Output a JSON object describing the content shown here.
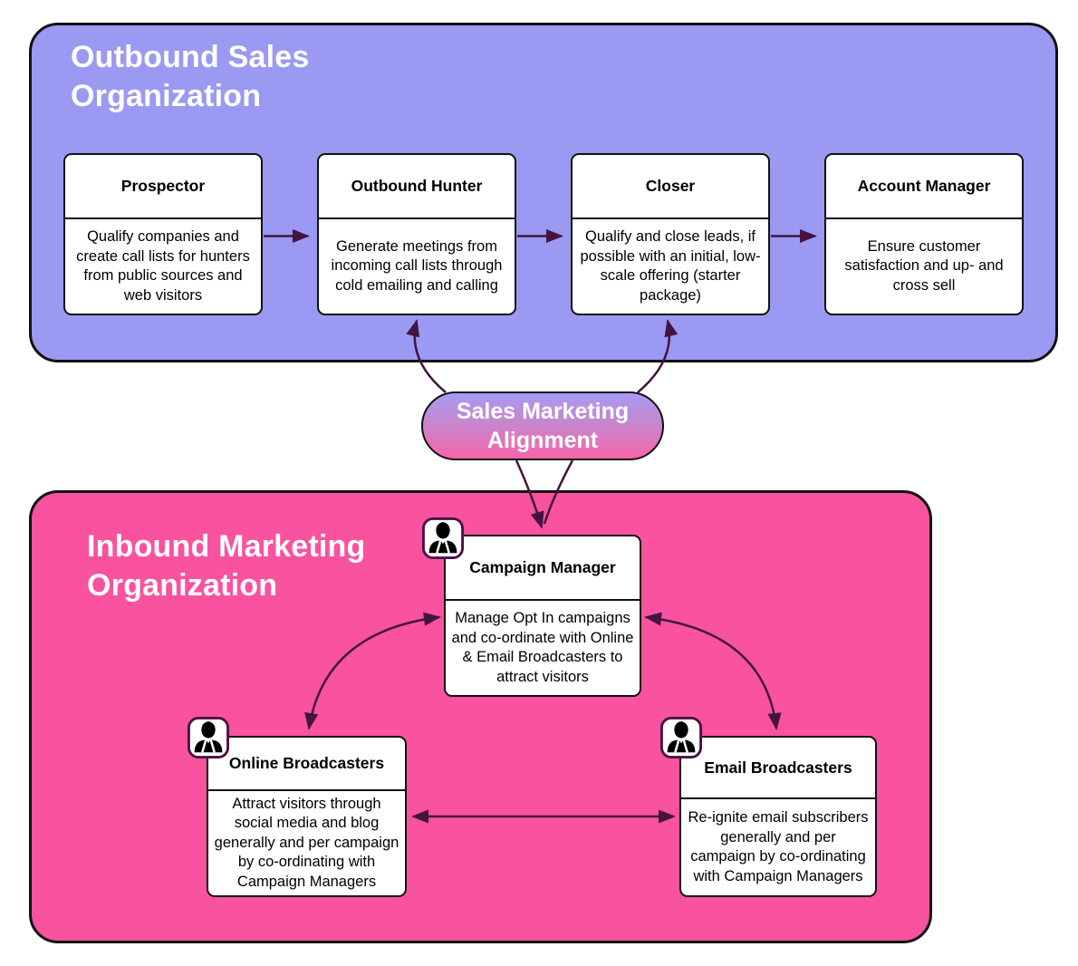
{
  "outbound": {
    "title": "Outbound Sales Organization",
    "roles": [
      {
        "title": "Prospector",
        "description": "Qualify companies and create call lists for hunters from public sources and web visitors"
      },
      {
        "title": "Outbound Hunter",
        "description": "Generate meetings from incoming call lists through cold emailing and calling"
      },
      {
        "title": "Closer",
        "description": "Qualify and close leads, if possible with an initial, low-scale offering (starter package)"
      },
      {
        "title": "Account Manager",
        "description": "Ensure customer satisfaction and up- and cross sell"
      }
    ]
  },
  "alignment": {
    "label": "Sales Marketing Alignment"
  },
  "inbound": {
    "title": "Inbound Marketing Organization",
    "roles": [
      {
        "title": "Campaign Manager",
        "icon": "person-icon",
        "description": "Manage Opt In campaigns and co-ordinate with Online & Email Broadcasters to attract visitors"
      },
      {
        "title": "Online Broadcasters",
        "icon": "person-icon",
        "description": "Attract visitors through social media and blog generally and per campaign by co-ordinating with Campaign Managers"
      },
      {
        "title": "Email Broadcasters",
        "icon": "person-icon",
        "description": "Re-ignite email subscribers generally and per campaign by co-ordinating with Campaign Managers"
      }
    ]
  },
  "connections": [
    {
      "from": "Prospector",
      "to": "Outbound Hunter",
      "type": "arrow"
    },
    {
      "from": "Outbound Hunter",
      "to": "Closer",
      "type": "arrow"
    },
    {
      "from": "Closer",
      "to": "Account Manager",
      "type": "arrow"
    },
    {
      "from": "Sales Marketing Alignment",
      "to": "Outbound Hunter",
      "type": "arrow"
    },
    {
      "from": "Sales Marketing Alignment",
      "to": "Closer",
      "type": "arrow"
    },
    {
      "from": "Sales Marketing Alignment",
      "to": "Campaign Manager",
      "type": "arrow"
    },
    {
      "from": "Campaign Manager",
      "to": "Online Broadcasters",
      "type": "double-arrow"
    },
    {
      "from": "Campaign Manager",
      "to": "Email Broadcasters",
      "type": "double-arrow"
    },
    {
      "from": "Online Broadcasters",
      "to": "Email Broadcasters",
      "type": "double-arrow"
    }
  ],
  "colors": {
    "outbound_fill": "#9a9af2",
    "inbound_fill": "#f9529f",
    "arrow": "#431440",
    "border": "#111111",
    "pill_gradient_top": "#a89af4",
    "pill_gradient_bottom": "#f765aa",
    "box_fill": "#ffffff",
    "title_text": "#ffffff",
    "body_text": "#000000"
  }
}
